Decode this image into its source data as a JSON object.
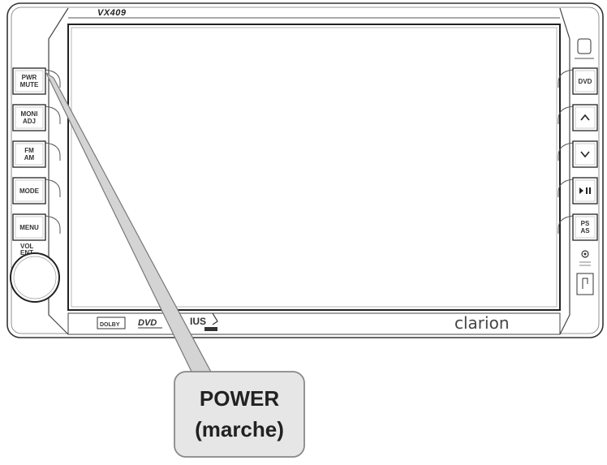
{
  "device": {
    "model": "VX409",
    "brand": "clarion",
    "vol_label": [
      "VOL",
      "ENT"
    ]
  },
  "left_buttons": [
    {
      "id": "pwr-mute",
      "lines": [
        "PWR",
        "MUTE"
      ]
    },
    {
      "id": "moni-adj",
      "lines": [
        "MONI",
        "ADJ"
      ]
    },
    {
      "id": "fm-am",
      "lines": [
        "FM",
        "AM"
      ]
    },
    {
      "id": "mode",
      "lines": [
        "MODE"
      ]
    },
    {
      "id": "menu",
      "lines": [
        "MENU"
      ]
    }
  ],
  "right_buttons": [
    {
      "id": "dvd",
      "lines": [
        "DVD"
      ]
    },
    {
      "id": "up",
      "icon": "chevron-up-icon"
    },
    {
      "id": "down",
      "icon": "chevron-down-icon"
    },
    {
      "id": "play-pause",
      "icon": "play-pause-icon"
    },
    {
      "id": "ps-as",
      "lines": [
        "PS",
        "AS"
      ]
    }
  ],
  "bottom_logos": {
    "dolby": "DOLBY",
    "dvd": "DVD",
    "sirius": "IUS"
  },
  "callout": {
    "line1": "POWER",
    "line2": "(marche)"
  },
  "colors": {
    "outline": "#333333",
    "callout_fill": "#e6e6e6",
    "callout_stroke": "#888888",
    "pointer_fill": "#d4d4d4"
  }
}
